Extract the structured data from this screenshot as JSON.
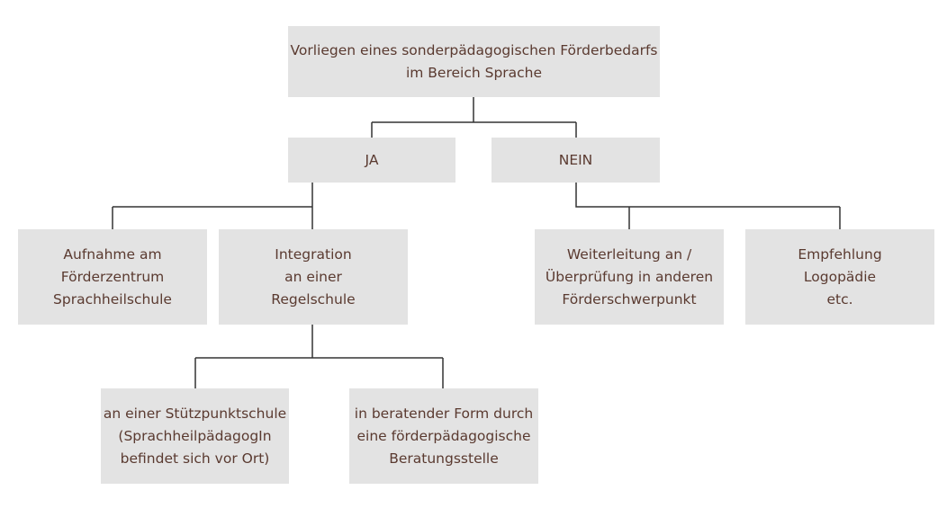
{
  "root": {
    "line1": "Vorliegen eines sonderpädagogischen Förderbedarfs",
    "line2": "im Bereich Sprache"
  },
  "yes": {
    "label": "JA"
  },
  "no": {
    "label": "NEIN"
  },
  "zentrum": {
    "line1": "Aufnahme am",
    "line2": "Förderzentrum",
    "line3": "Sprachheilschule"
  },
  "integration": {
    "line1": "Integration",
    "line2": "an einer",
    "line3": "Regelschule"
  },
  "weiterleitung": {
    "line1": "Weiterleitung an /",
    "line2": "Überprüfung in anderen",
    "line3": "Förderschwerpunkt"
  },
  "empfehlung": {
    "line1": "Empfehlung",
    "line2": "Logopädie",
    "line3": "etc."
  },
  "stuetzpunkt": {
    "line1": "an einer Stützpunktschule",
    "line2": "(SprachheilpädagogIn",
    "line3": "befindet sich vor Ort)"
  },
  "beratung": {
    "line1": "in beratender Form durch",
    "line2": "eine förderpädagogische",
    "line3": "Beratungsstelle"
  },
  "colors": {
    "box": "#e3e3e3",
    "text": "#5a3a30",
    "line": "#333333"
  }
}
